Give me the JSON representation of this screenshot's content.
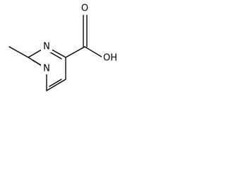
{
  "structure": {
    "atoms": {
      "ring_n_top": "N",
      "ring_n_bottom": "N",
      "carbonyl_o": "O",
      "hydroxyl": "OH"
    }
  },
  "colors": {
    "bond": "#000000",
    "text": "#000000",
    "background": "#ffffff"
  }
}
